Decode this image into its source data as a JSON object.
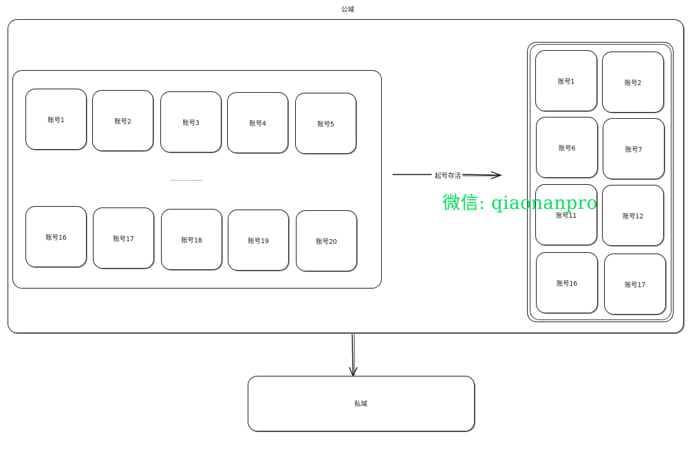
{
  "public_domain": {
    "title": "公域",
    "left_group": {
      "row1": [
        "账号1",
        "账号2",
        "账号3",
        "账号4",
        "账号5"
      ],
      "ellipsis": "....................",
      "row2": [
        "账号16",
        "账号17",
        "账号18",
        "账号19",
        "账号20"
      ]
    },
    "arrow_label": "起号存活",
    "right_group": {
      "cards": [
        "账号1",
        "账号2",
        "账号6",
        "账号7",
        "账号11",
        "账号12",
        "账号16",
        "账号17"
      ]
    }
  },
  "private_domain": {
    "title": "私域"
  },
  "watermark": "微信: qiaonanpro"
}
